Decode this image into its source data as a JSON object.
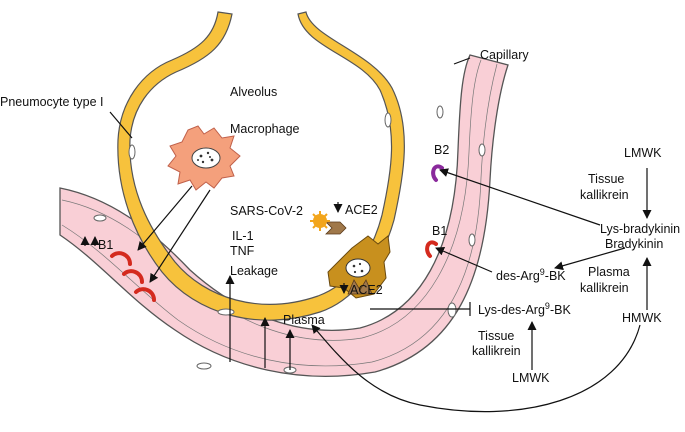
{
  "labels": {
    "capillary": "Capillary",
    "alveolus": "Alveolus",
    "macrophage": "Macrophage",
    "pneumocyte": "Pneumocyte type I",
    "il1": "IL-1",
    "tnf": "TNF",
    "leakage": "Leakage",
    "sarscov2": "SARS-CoV-2",
    "ace2_top": "ACE2",
    "ace2_bottom": "ACE2",
    "plasma": "Plasma",
    "b1_left": "B1",
    "b1_right": "B1",
    "b2": "B2",
    "lmwk_top": "LMWK",
    "tissue_kallikrein_top_1": "Tissue",
    "tissue_kallikrein_top_2": "kallikrein",
    "lys_bradykinin": "Lys-bradykinin",
    "bradykinin": "Bradykinin",
    "des_arg_bk_prefix": "des-Arg",
    "des_arg_bk_sup": "9",
    "des_arg_bk_suffix": "-BK",
    "lys_des_arg_bk_prefix": "Lys-des-Arg",
    "lys_des_arg_bk_sup": "9",
    "lys_des_arg_bk_suffix": "-BK",
    "plasma_kallikrein_1": "Plasma",
    "plasma_kallikrein_2": "kallikrein",
    "hmwk": "HMWK",
    "tissue_kallikrein_bottom_1": "Tissue",
    "tissue_kallikrein_bottom_2": "kallikrein",
    "lmwk_bottom": "LMWK"
  },
  "colors": {
    "capillary_fill": "#f9cfd6",
    "capillary_stroke": "#555555",
    "alveolar_wall": "#f7c23c",
    "macrophage": "#f4a07c",
    "infected_cell": "#c8901e",
    "receptor_b1": "#d42a1e",
    "receptor_b2": "#8a2a9c",
    "virus": "#f2a51c",
    "ace2": "#a0784a"
  }
}
